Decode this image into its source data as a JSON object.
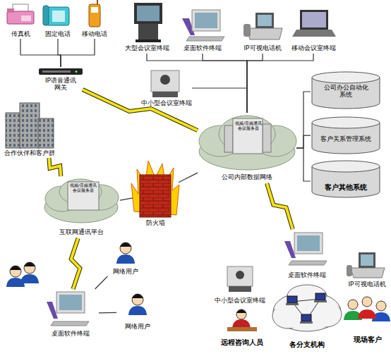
{
  "diagram": {
    "nodes": [
      {
        "text": [
          "传真机"
        ]
      },
      {
        "text": [
          "固定电话"
        ]
      },
      {
        "text": [
          "移动电话"
        ]
      },
      {
        "text": [
          "IP语音通讯网关"
        ]
      },
      {
        "text": [
          "大型会议室终端"
        ]
      },
      {
        "text": [
          "桌面软件终端"
        ]
      },
      {
        "text": [
          "IP可视电话机"
        ]
      },
      {
        "text": [
          "移动会议室终端"
        ]
      },
      {
        "text": [
          "中小型会议室终端"
        ]
      },
      {
        "text": [
          "合作伙伴和客户群"
        ]
      },
      {
        "text": [
          "视频/音频通讯会议服务器",
          "公司内部数据网络"
        ]
      },
      {
        "text": [
          "公司办公自动化系统"
        ]
      },
      {
        "text": [
          "客户关系管理系统"
        ]
      },
      {
        "text": [
          "客户其他系统"
        ]
      },
      {
        "text": [
          "视频/音频通讯会议服务器",
          "互联网通讯平台"
        ]
      },
      {
        "text": [
          "防火墙"
        ]
      },
      {
        "text": [
          "网络用户"
        ]
      },
      {
        "text": [
          "网络用户"
        ]
      },
      {
        "text": [
          "桌面软件终端"
        ]
      },
      {
        "text": [
          "各分支机构"
        ]
      },
      {
        "text": [
          "桌面软件终端"
        ]
      },
      {
        "text": [
          "中小型会议室终端"
        ]
      },
      {
        "text": [
          "IP可视电话机"
        ]
      },
      {
        "text": [
          "远程咨询人员"
        ]
      },
      {
        "text": [
          "现场客户"
        ]
      }
    ],
    "edges": [
      {
        "from": 0,
        "to": 3,
        "arrow": "none"
      },
      {
        "from": 1,
        "to": 3,
        "arrow": "none"
      },
      {
        "from": 2,
        "to": 3,
        "arrow": "none"
      },
      {
        "from": 3,
        "to": 10,
        "arrow": "none"
      },
      {
        "from": 4,
        "to": 10,
        "arrow": "none"
      },
      {
        "from": 5,
        "to": 10,
        "arrow": "none"
      },
      {
        "from": 6,
        "to": 10,
        "arrow": "none"
      },
      {
        "from": 7,
        "to": 10,
        "arrow": "none"
      },
      {
        "from": 8,
        "to": 10,
        "arrow": "none"
      },
      {
        "from": 9,
        "to": 14,
        "arrow": "none"
      },
      {
        "from": 14,
        "to": 15,
        "arrow": "none"
      },
      {
        "from": 15,
        "to": 10,
        "arrow": "none"
      },
      {
        "from": 10,
        "to": 11,
        "arrow": "none"
      },
      {
        "from": 10,
        "to": 12,
        "arrow": "none"
      },
      {
        "from": 10,
        "to": 13,
        "arrow": "none"
      },
      {
        "from": 10,
        "to": 20,
        "arrow": "none"
      },
      {
        "from": 14,
        "to": 18,
        "arrow": "none"
      },
      {
        "from": 18,
        "to": 16,
        "arrow": "none"
      },
      {
        "from": 18,
        "to": 17,
        "arrow": "none"
      }
    ]
  }
}
